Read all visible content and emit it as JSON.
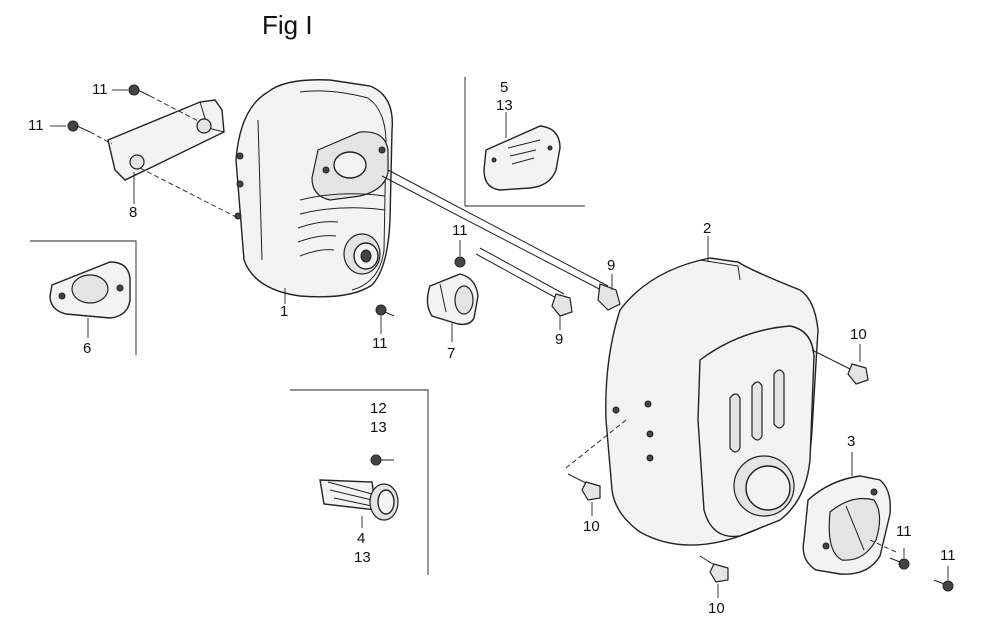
{
  "figure": {
    "title": "Fig I"
  },
  "callouts": {
    "c11_a": "11",
    "c11_b": "11",
    "c8": "8",
    "c1": "1",
    "c6": "6",
    "c5": "5",
    "c13_a": "13",
    "c11_c": "11",
    "c11_d": "11",
    "c7": "7",
    "c9_a": "9",
    "c9_b": "9",
    "c2": "2",
    "c10_a": "10",
    "c10_b": "10",
    "c10_c": "10",
    "c3": "3",
    "c11_e": "11",
    "c11_f": "11",
    "c12": "12",
    "c13_b": "13",
    "c4": "4",
    "c13_c": "13"
  }
}
